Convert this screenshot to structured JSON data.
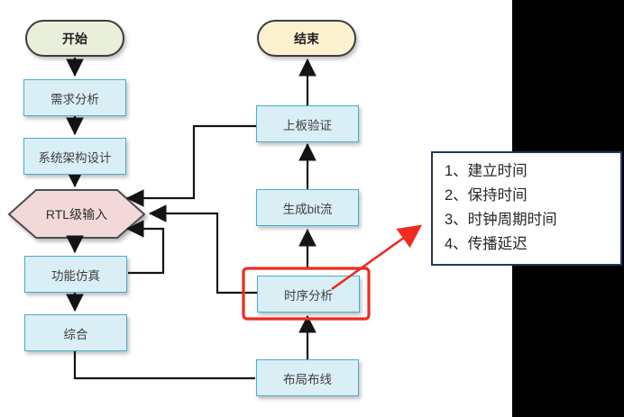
{
  "diagram": {
    "nodes": {
      "start": "开始",
      "requirements": "需求分析",
      "architecture": "系统架构设计",
      "rtl_input": "RTL级输入",
      "functional_sim": "功能仿真",
      "synthesis": "综合",
      "place_route": "布局布线",
      "timing_analysis": "时序分析",
      "generate_bitstream": "生成bit流",
      "board_validation": "上板验证",
      "end": "结束"
    },
    "callout": {
      "lines": [
        "1、建立时间",
        "2、保持时间",
        "3、时钟周期时间",
        "4、传播延迟"
      ]
    },
    "colors": {
      "process_fill": "#daeef5",
      "process_border": "#45aecd",
      "start_fill": "#e9efdb",
      "end_fill": "#fdf2d0",
      "decision_fill": "#f2d8d8",
      "highlight": "#ee2b1f",
      "callout_border": "#24365f",
      "connector": "#141414"
    }
  }
}
